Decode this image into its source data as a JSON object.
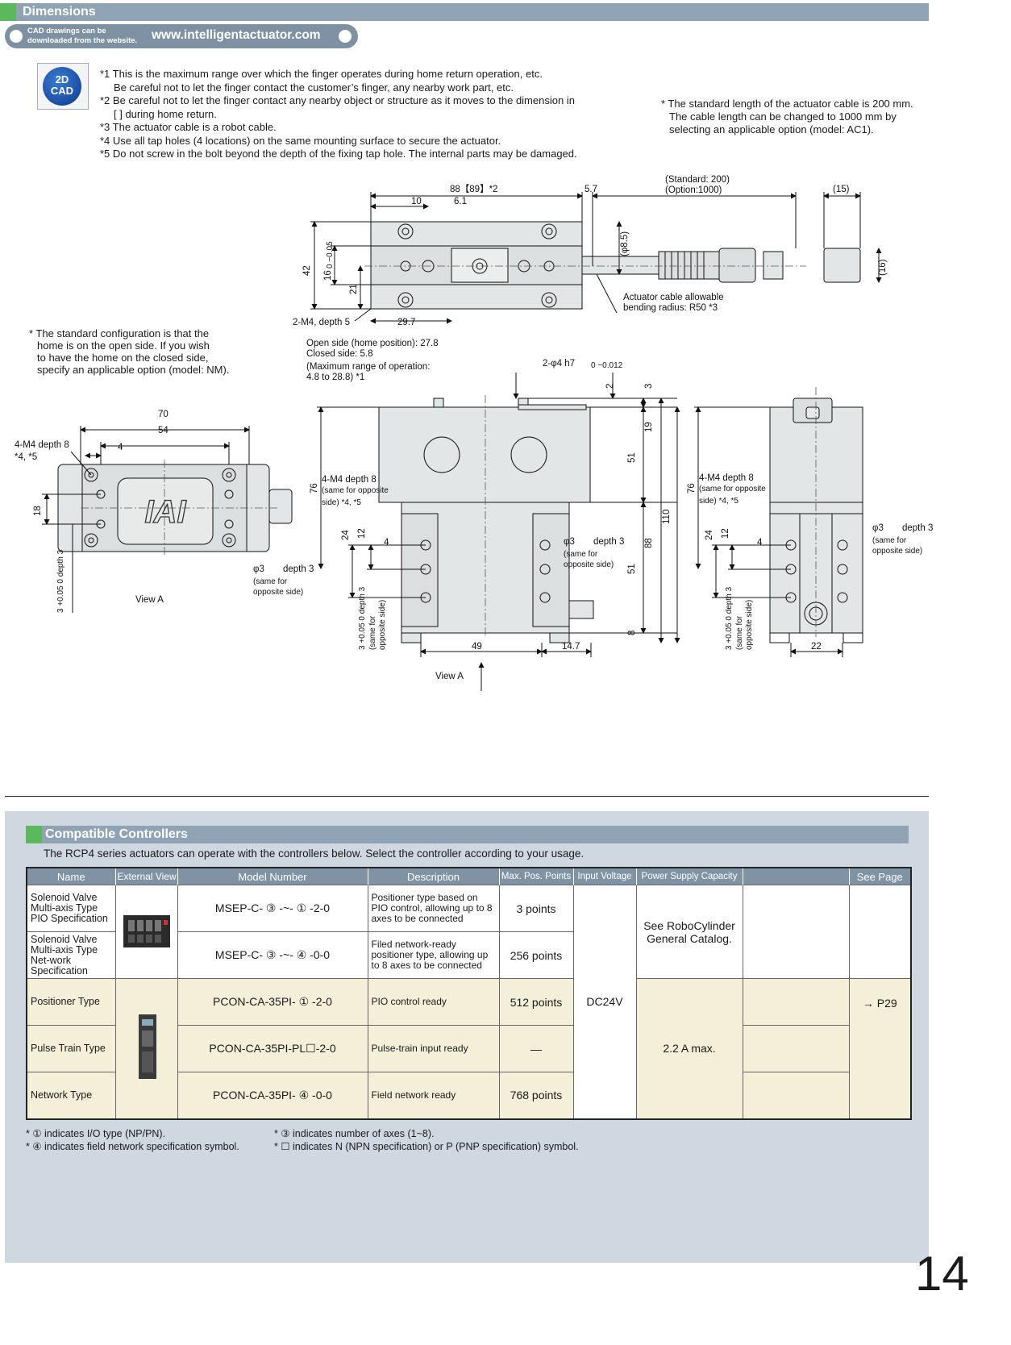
{
  "dimensions": {
    "title": "Dimensions",
    "cad_note": [
      "CAD drawings can be",
      "downloaded from the website."
    ],
    "url": "www.intelligentactuator.com",
    "badge": [
      "2D",
      "CAD"
    ],
    "notes": [
      "*1 This is the maximum range over which the finger operates during home return operation, etc.",
      "Be careful not to let the finger contact the customer’s finger, any nearby work part, etc.",
      "*2 Be careful not to let the finger contact any nearby object or structure as it moves to the dimension in",
      "[ ] during home return.",
      "*3 The actuator cable is a robot cable.",
      "*4 Use all tap holes (4 locations) on the same mounting surface to secure the actuator.",
      "*5 Do not screw in the bolt beyond the depth of the fixing tap hole. The internal parts may be damaged."
    ],
    "cable_note": [
      "* The standard length of the actuator cable is 200 mm.",
      "The cable length can be changed to 1000 mm by",
      "selecting an applicable option (model: AC1)."
    ],
    "config_note": [
      "* The standard configuration is that the",
      "home is on the open side. If you wish",
      "to have the home on the closed side,",
      "specify an applicable option (model: NM)."
    ],
    "drawing": {
      "top": {
        "width_label": "88【89】*2",
        "d10": "10",
        "d61": "6.1",
        "d57": "5.7",
        "cable_std": "(Standard: 200)",
        "cable_opt": "(Option:1000)",
        "d15": "(15)",
        "phi85": "(φ8.5)",
        "d16p": "(16)",
        "d42": "42",
        "d16": "16",
        "d16tol": "0 −0.05",
        "d21": "21",
        "tap": "2-M4, depth 5",
        "d297": "29.7",
        "bend1": "Actuator cable allowable",
        "bend2": "bending radius: R50 *3"
      },
      "front": {
        "open": "Open side (home position): 27.8",
        "closed": "Closed side: 5.8",
        "range1": "(Maximum range of operation:",
        "range2": "4.8 to 28.8) *1",
        "pin": "2-φ4  h7",
        "pintol": "0 −0.012",
        "d2": "2",
        "d3": "3",
        "d19": "19",
        "d51a": "51",
        "d88": "88",
        "d110": "110",
        "d51b": "51",
        "d8": "8",
        "d76": "76",
        "tap1": "4-M4 depth 8",
        "tap2": "(same for opposite",
        "tap3": "side) *4, *5",
        "d24": "24",
        "d12": "12",
        "d4": "4",
        "hole1": "φ3",
        "hole1b": "depth 3",
        "hole2": "(same for",
        "hole3": "opposite side)",
        "vdepth": "3 +0.05 0  depth 3",
        "vsame1": "(same for",
        "vsame2": "opposite side)",
        "d49": "49",
        "d147": "14.7",
        "viewA": "View A"
      },
      "left": {
        "d70": "70",
        "d54": "54",
        "tap1": "4-M4 depth 8",
        "tap2": "*4, *5",
        "d4": "4",
        "d18": "18",
        "depth": "3 +0.05 0  depth 3",
        "logo": "IAI",
        "viewA": "View A",
        "hole1": "φ3",
        "hole1b": "depth 3",
        "hole2": "(same for",
        "hole3": "opposite side)"
      },
      "right": {
        "d76": "76",
        "tap1": "4-M4 depth 8",
        "tap2": "(same for opposite",
        "tap3": "side) *4, *5",
        "d24": "24",
        "d12": "12",
        "d4": "4",
        "hole1": "φ3",
        "hole1b": "depth 3",
        "hole2": "(same for",
        "hole3": "opposite side)",
        "vdepth": "3 +0.05 0  depth 3",
        "vsame1": "(same for",
        "vsame2": "opposite side)",
        "d22": "22"
      }
    }
  },
  "controllers": {
    "title": "Compatible Controllers",
    "description": "The RCP4 series actuators can operate with the controllers below. Select the controller according to your usage.",
    "headers": [
      "Name",
      "External View",
      "Model Number",
      "Description",
      "Max. Pos. Points",
      "Input Voltage",
      "Power Supply Capacity",
      "",
      "See Page"
    ],
    "rows": [
      {
        "name": "Solenoid Valve Multi-axis Type PIO Specification",
        "model": "MSEP-C- ③ -~- ① -2-0",
        "desc": "Positioner type based on PIO control, allowing up to 8 axes to be connected",
        "points": "3 points"
      },
      {
        "name": "Solenoid Valve Multi-axis Type Net-work Specification",
        "model": "MSEP-C- ③ -~- ④ -0-0",
        "desc": "Filed network-ready positioner type, allowing up to 8 axes to be connected",
        "points": "256 points"
      },
      {
        "name": "Positioner Type",
        "model": "PCON-CA-35PI- ① -2-0",
        "desc": "PIO control ready",
        "points": "512 points"
      },
      {
        "name": "Pulse Train Type",
        "model": "PCON-CA-35PI-PL☐-2-0",
        "desc": "Pulse-train input ready",
        "points": "—"
      },
      {
        "name": "Network Type",
        "model": "PCON-CA-35PI- ④ -0-0",
        "desc": "Field network ready",
        "points": "768 points"
      }
    ],
    "input_voltage": "DC24V",
    "msep_power": "See RoboCylinder General Catalog.",
    "pcon_power": "2.2 A max.",
    "see_page": "→ P29",
    "footnotes_left": [
      "* ① indicates I/O type (NP/PN).",
      "* ④ indicates field network specification symbol."
    ],
    "footnotes_right": [
      "* ③ indicates number of axes (1~8).",
      "* ☐ indicates N (NPN specification) or P (PNP specification) symbol."
    ]
  },
  "page_number": "14",
  "colors": {
    "section_bar": "#8fa3b4",
    "section_swatch": "#5cb85c",
    "panel_bg": "#cfd8e0",
    "pcon_row": "#f3efd9",
    "table_header": "#7f93a5"
  }
}
